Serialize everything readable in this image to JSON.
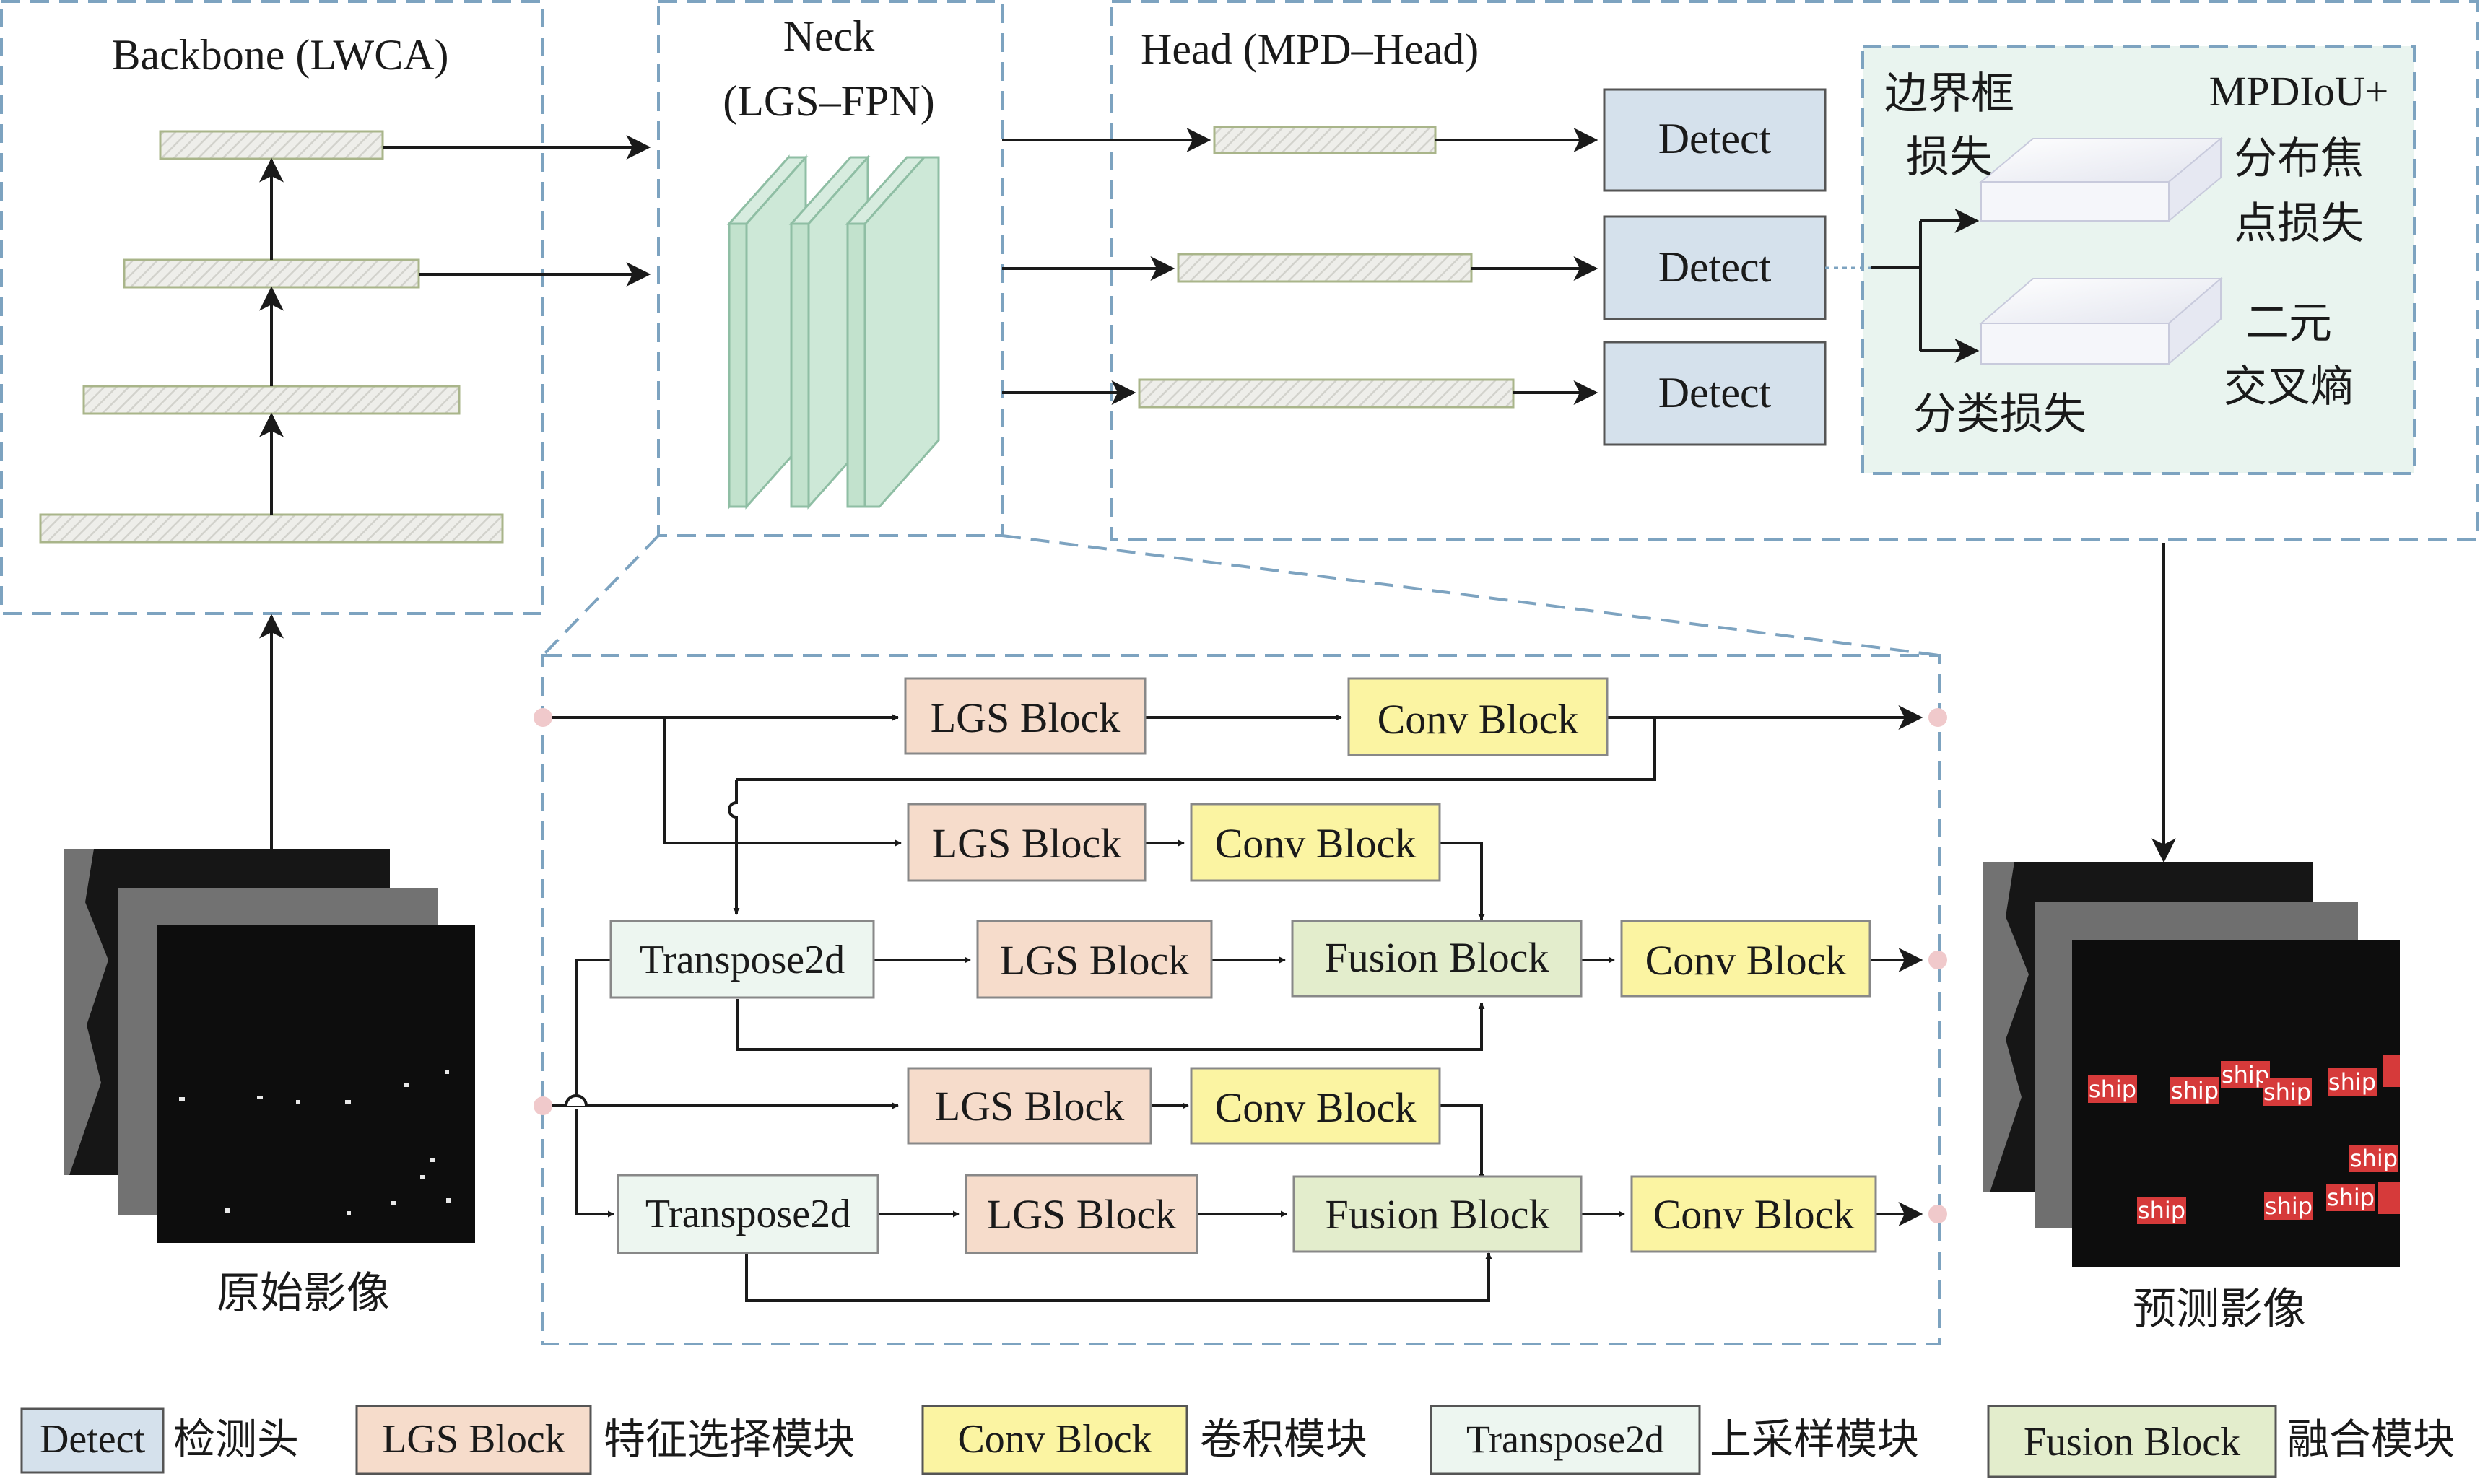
{
  "sections": {
    "backbone": "Backbone (LWCA)",
    "neck_line1": "Neck",
    "neck_line2": "(LGS–FPN)",
    "head": "Head (MPD–Head)"
  },
  "head": {
    "detect_label": "Detect",
    "bbox_loss_line1": "边界框",
    "bbox_loss_line2": "损失",
    "mpd_line1": "MPDIoU+",
    "mpd_line2": "分布焦",
    "mpd_line3": "点损失",
    "cls_loss": "分类损失",
    "bce_line1": "二元",
    "bce_line2": "交叉熵"
  },
  "images": {
    "input_caption": "原始影像",
    "output_caption": "预测影像",
    "detection_label": "ship"
  },
  "neck_detail": {
    "lgs": "LGS Block",
    "conv": "Conv Block",
    "transpose": "Transpose2d",
    "fusion": "Fusion Block"
  },
  "legend": [
    {
      "key": "Detect",
      "desc": "检测头"
    },
    {
      "key": "LGS Block",
      "desc": "特征选择模块"
    },
    {
      "key": "Conv Block",
      "desc": "卷积模块"
    },
    {
      "key": "Transpose2d",
      "desc": "上采样模块"
    },
    {
      "key": "Fusion Block",
      "desc": "融合模块"
    }
  ],
  "colors": {
    "dashed_border": "#7da3c0",
    "detect_fill": "#d5e1ec",
    "lgs_fill": "#f6dccb",
    "conv_fill": "#fbf4a2",
    "transpose_fill": "#edf6f0",
    "fusion_fill": "#e3edcc",
    "neck_slab": "#cde8d7",
    "loss_panel": "#e9f4ef"
  }
}
